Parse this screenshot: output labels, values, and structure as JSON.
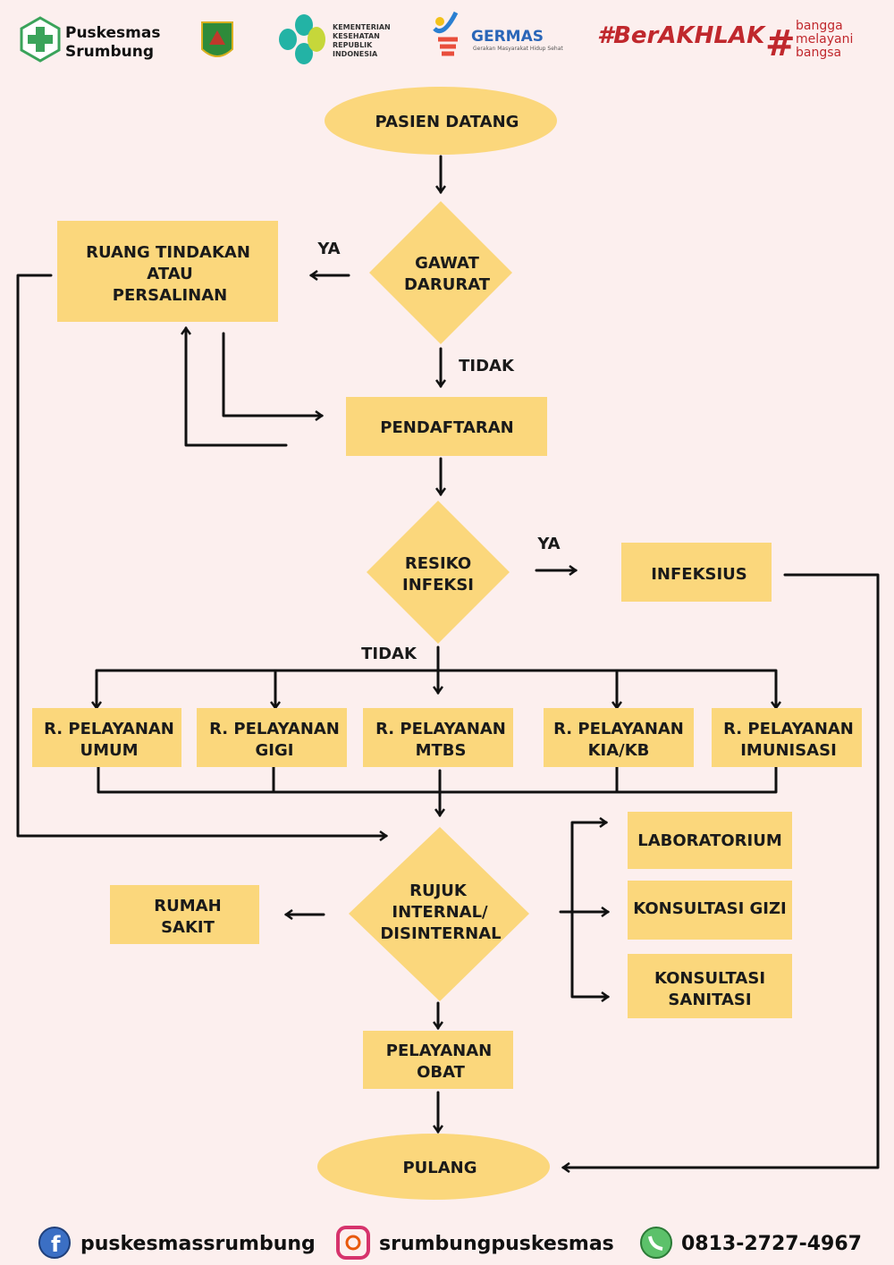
{
  "header": {
    "logos": [
      {
        "name": "puskesmas-logo",
        "line1": "Puskesmas",
        "line2": "Srumbung"
      },
      {
        "name": "regency-crest"
      },
      {
        "name": "kemenkes-logo",
        "lines": [
          "KEMENTERIAN",
          "KESEHATAN",
          "REPUBLIK",
          "INDONESIA"
        ]
      },
      {
        "name": "germas-logo",
        "title": "GERMAS",
        "subtitle": "Gerakan Masyarakat Hidup Sehat"
      },
      {
        "name": "berakhlak-logo",
        "text": "#BerAKHLAK"
      },
      {
        "name": "bangga-melayani-logo",
        "lines": [
          "bangga",
          "melayani",
          "bangsa"
        ]
      }
    ]
  },
  "flow": {
    "start": "PASIEN DATANG",
    "gawat": [
      "GAWAT",
      "DARURAT"
    ],
    "ruang": [
      "RUANG TINDAKAN",
      "ATAU",
      "PERSALINAN"
    ],
    "ya1": "YA",
    "tidak1": "TIDAK",
    "pendaftaran": "PENDAFTARAN",
    "resiko": [
      "RESIKO",
      "INFEKSI"
    ],
    "ya2": "YA",
    "infeksius": "INFEKSIUS",
    "tidak2": "TIDAK",
    "pelayanan": [
      [
        "R. PELAYANAN",
        "UMUM"
      ],
      [
        "R. PELAYANAN",
        "GIGI"
      ],
      [
        "R. PELAYANAN",
        "MTBS"
      ],
      [
        "R. PELAYANAN",
        "KIA/KB"
      ],
      [
        "R. PELAYANAN",
        "IMUNISASI"
      ]
    ],
    "rujuk": [
      "RUJUK",
      "INTERNAL/",
      "DISINTERNAL"
    ],
    "rumah_sakit": [
      "RUMAH",
      "SAKIT"
    ],
    "laboratorium": "LABORATORIUM",
    "konsultasi_gizi": "KONSULTASI GIZI",
    "konsultasi_sanitasi": [
      "KONSULTASI",
      "SANITASI"
    ],
    "obat": [
      "PELAYANAN",
      "OBAT"
    ],
    "end": "PULANG"
  },
  "footer": {
    "facebook": "puskesmassrumbung",
    "instagram": "srumbungpuskesmas",
    "whatsapp": "0813-2727-4967"
  },
  "colors": {
    "background": "#fcefee",
    "box": "#fbd77c",
    "line": "#111111"
  }
}
